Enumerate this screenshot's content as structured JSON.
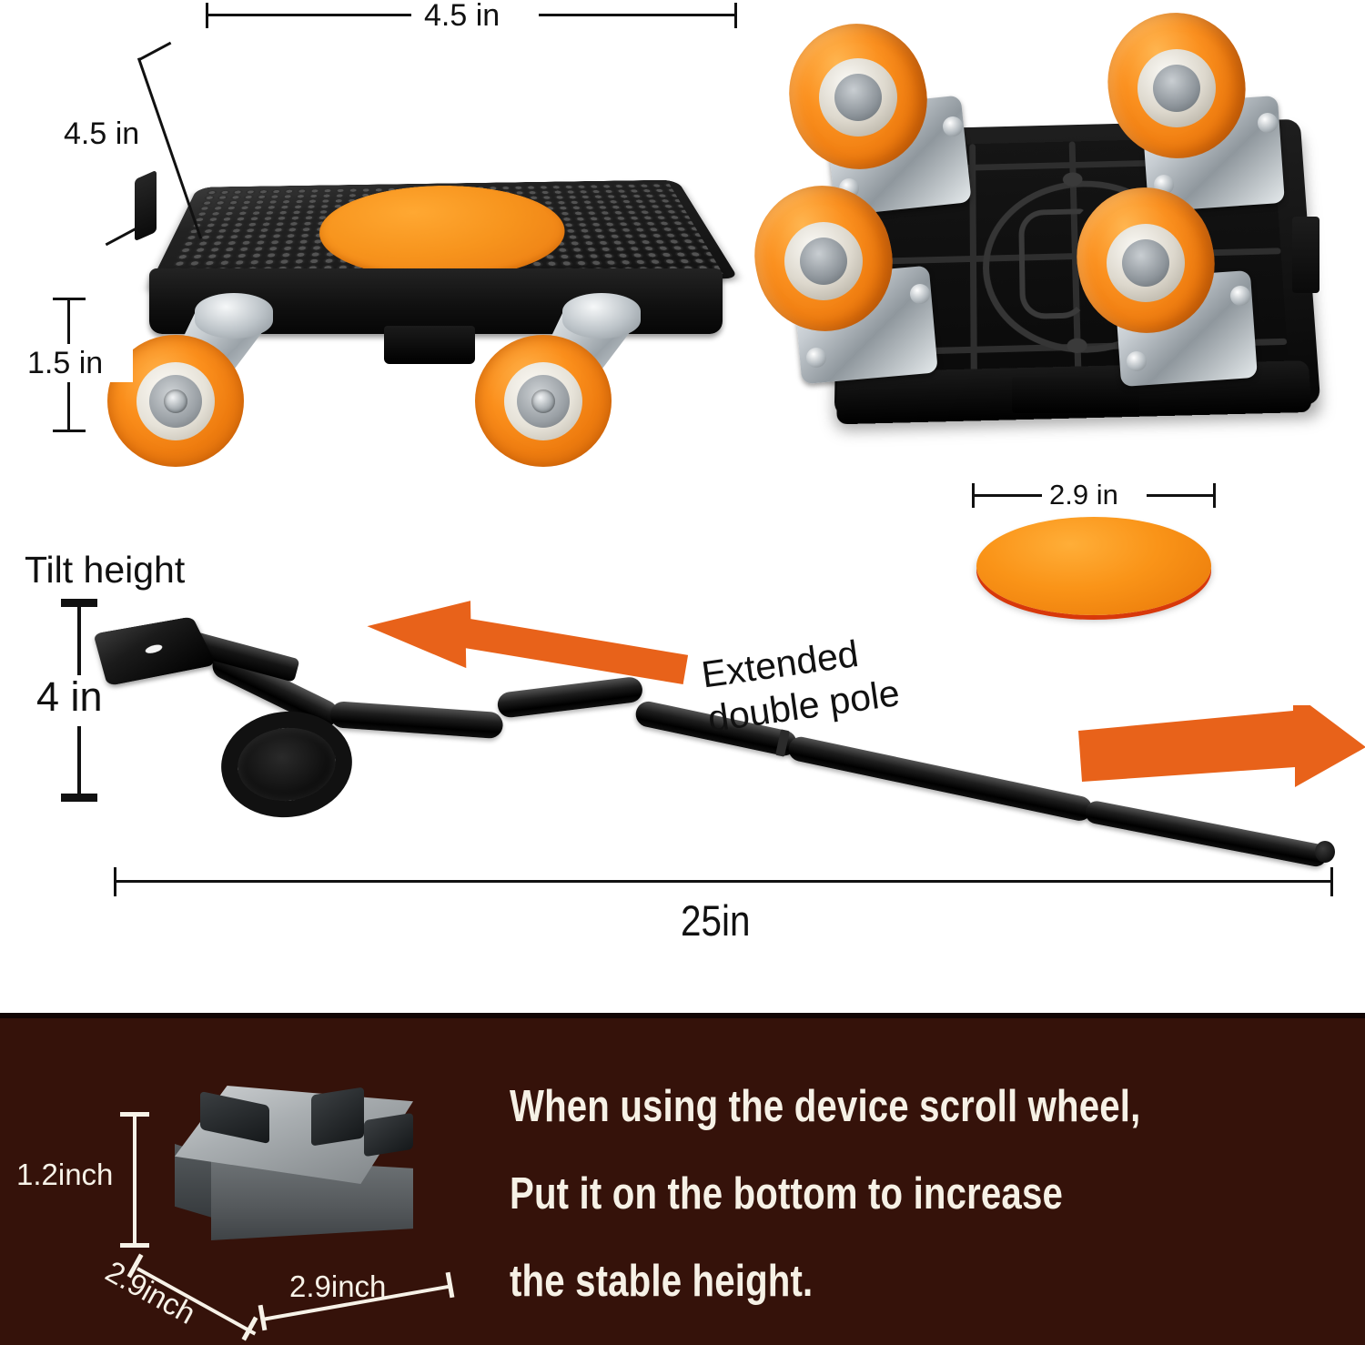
{
  "page": {
    "title": "Furniture Dolly Mover Product Dimension Infographic",
    "background_color": "#ffffff"
  },
  "colors": {
    "orange_wheel": "#f7941d",
    "orange_arrow": "#e8621a",
    "banner_brown": "#35120a",
    "banner_text": "#f6f1e6",
    "black_plate": "#111111",
    "steel": "#c6ccd1"
  },
  "top_left_panel": {
    "name": "side-view-dolly",
    "dimensions": {
      "width_label": "4.5 in",
      "depth_label": "4.5 in",
      "wheel_height_label": "1.5 in"
    }
  },
  "top_right_panel": {
    "name": "bottom-view-dolly",
    "caster_count": 4
  },
  "disc_panel": {
    "name": "orange-rubber-disc",
    "diameter_label": "2.9 in"
  },
  "pole_panel": {
    "name": "extended-double-pole",
    "tilt_height_title": "Tilt height",
    "tilt_height_label": "4 in",
    "total_length_label": "25in",
    "callout_line1": "Extended",
    "callout_line2": "double pole",
    "arrows": [
      {
        "name": "arrow-left",
        "direction": "left"
      },
      {
        "name": "arrow-right",
        "direction": "right"
      }
    ]
  },
  "banner": {
    "name": "instruction-banner",
    "lines": [
      "When using the device scroll wheel,",
      "Put it on the bottom to increase",
      "the stable height."
    ],
    "riser_block": {
      "name": "riser-block",
      "height_label": "1.2inch",
      "depth_label": "2.9inch",
      "width_label": "2.9inch"
    }
  }
}
